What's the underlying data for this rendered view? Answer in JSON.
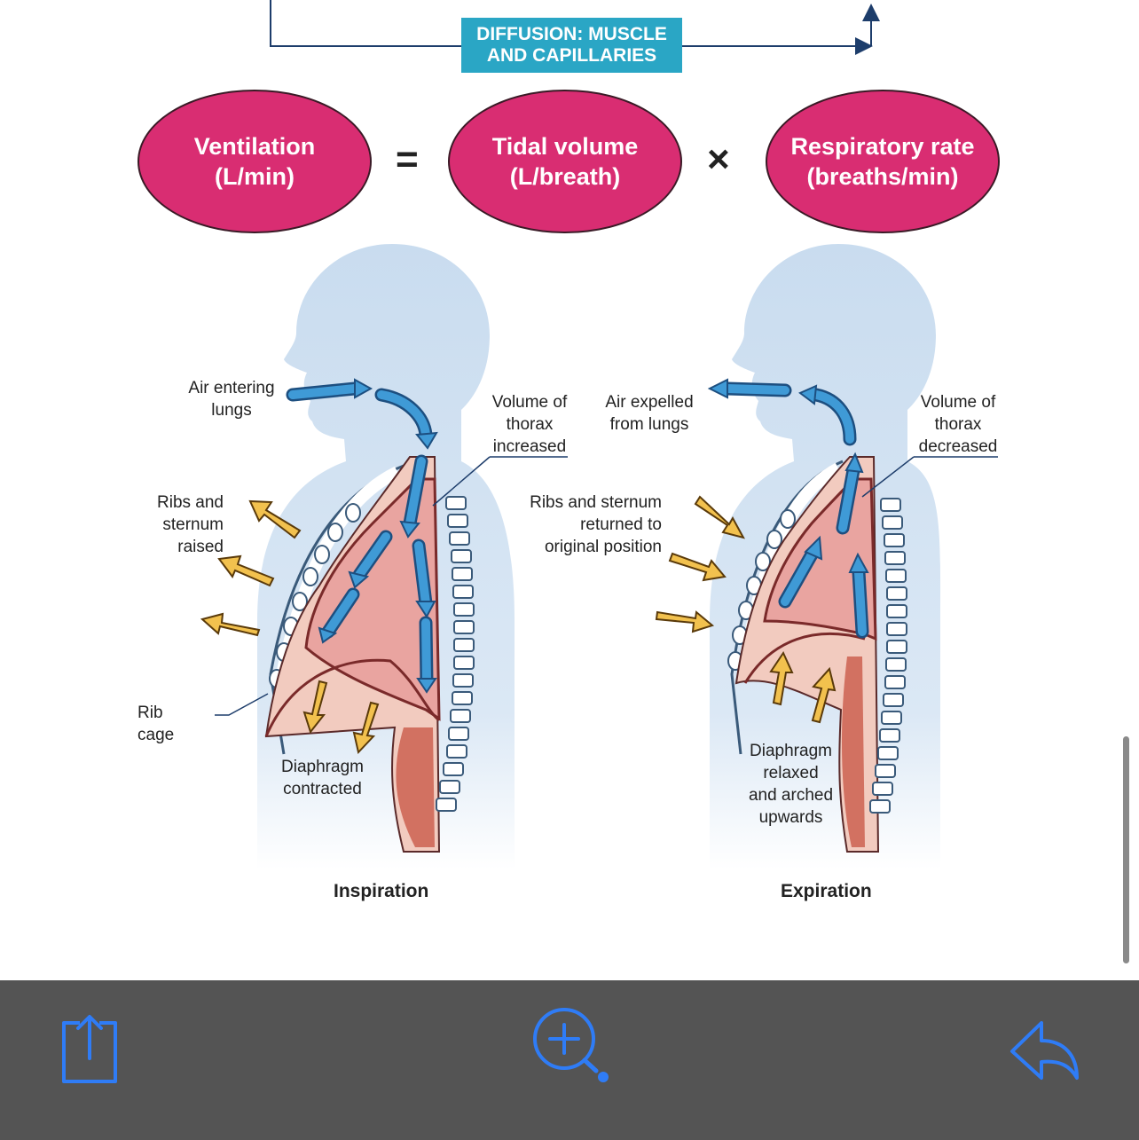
{
  "banner": {
    "line1": "DIFFUSION: MUSCLE",
    "line2": "AND CAPILLARIES"
  },
  "equation": {
    "term1": {
      "title": "Ventilation",
      "unit": "(L/min)"
    },
    "equals": "=",
    "term2": {
      "title": "Tidal volume",
      "unit": "(L/breath)"
    },
    "times": "×",
    "term3": {
      "title": "Respiratory rate",
      "unit": "(breaths/min)"
    }
  },
  "inspiration": {
    "caption": "Inspiration",
    "air": [
      "Air entering",
      "lungs"
    ],
    "thorax": [
      "Volume of",
      "thorax",
      "increased"
    ],
    "ribs": [
      "Ribs and",
      "sternum",
      "raised"
    ],
    "rib_cage": "Rib cage",
    "diaphragm": [
      "Diaphragm",
      "contracted"
    ]
  },
  "expiration": {
    "caption": "Expiration",
    "air": [
      "Air expelled",
      "from lungs"
    ],
    "thorax": [
      "Volume of",
      "thorax",
      "decreased"
    ],
    "ribs": [
      "Ribs and sternum",
      "returned to",
      "original position"
    ],
    "diaphragm": [
      "Diaphragm",
      "relaxed",
      "and arched",
      "upwards"
    ]
  },
  "toolbar": {
    "share_icon": "share-icon",
    "zoom_icon": "zoom-in-icon",
    "reply_icon": "reply-icon",
    "icon_color": "#2f7cf6",
    "background": "#545454"
  },
  "colors": {
    "oval": "#d92d72",
    "banner": "#2aa6c5",
    "body_silhouette": "#c9dcef",
    "lung": "#e9a4a0",
    "air_arrow": "#3f9ad6",
    "motion_arrow": "#f2c14e"
  }
}
